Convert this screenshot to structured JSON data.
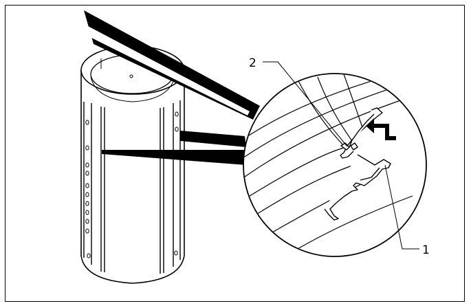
{
  "figure": {
    "callouts": [
      {
        "id": "1",
        "label": "1"
      },
      {
        "id": "2",
        "label": "2"
      }
    ],
    "line_color": "#000000",
    "background": "#ffffff"
  }
}
